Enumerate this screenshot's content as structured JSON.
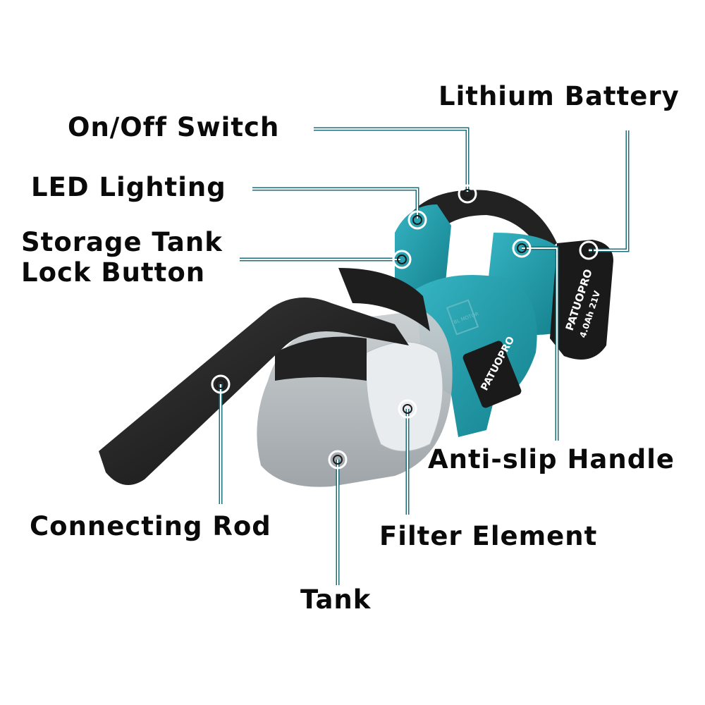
{
  "labels": {
    "lithium_battery": "Lithium Battery",
    "on_off_switch": "On/Off Switch",
    "led_lighting": "LED Lighting",
    "storage_tank_lock_line1": "Storage Tank",
    "storage_tank_lock_line2": "Lock Button",
    "anti_slip_handle": "Anti-slip Handle",
    "connecting_rod": "Connecting Rod",
    "filter_element": "Filter Element",
    "tank": "Tank"
  },
  "product": {
    "brand": "PATUOPRO",
    "battery_brand": "PATUOPRO",
    "battery_spec": "4.0Ah 21V",
    "motor_badge": "BL MOTOR"
  },
  "colors": {
    "body": "#1f9aa8",
    "leader_line": "#1b6f79",
    "dark": "#1c1c1c"
  }
}
